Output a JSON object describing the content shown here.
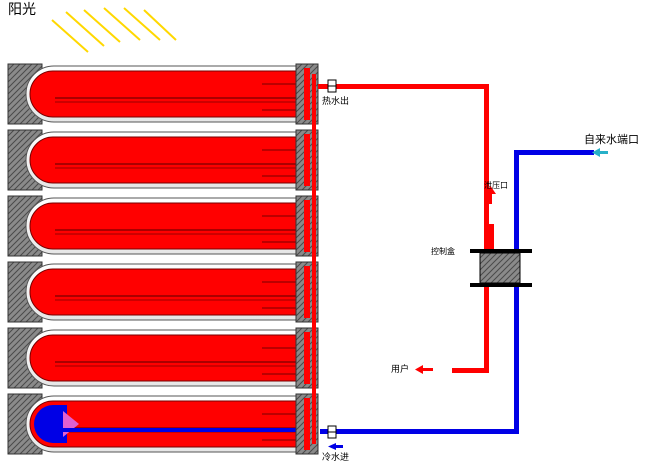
{
  "labels": {
    "sunlight": "阳光",
    "hot_water_out": "热水出",
    "cold_water_in": "冷水进",
    "tap_water_port": "自来水端口",
    "pressure_relief": "泄压口",
    "control_box": "控制盒",
    "user": "用户"
  },
  "colors": {
    "hot": "#ff0000",
    "cold": "#0000e6",
    "frame": "#808080",
    "arrow_cold": "#27b0c8"
  },
  "tubes": {
    "count": 6
  }
}
